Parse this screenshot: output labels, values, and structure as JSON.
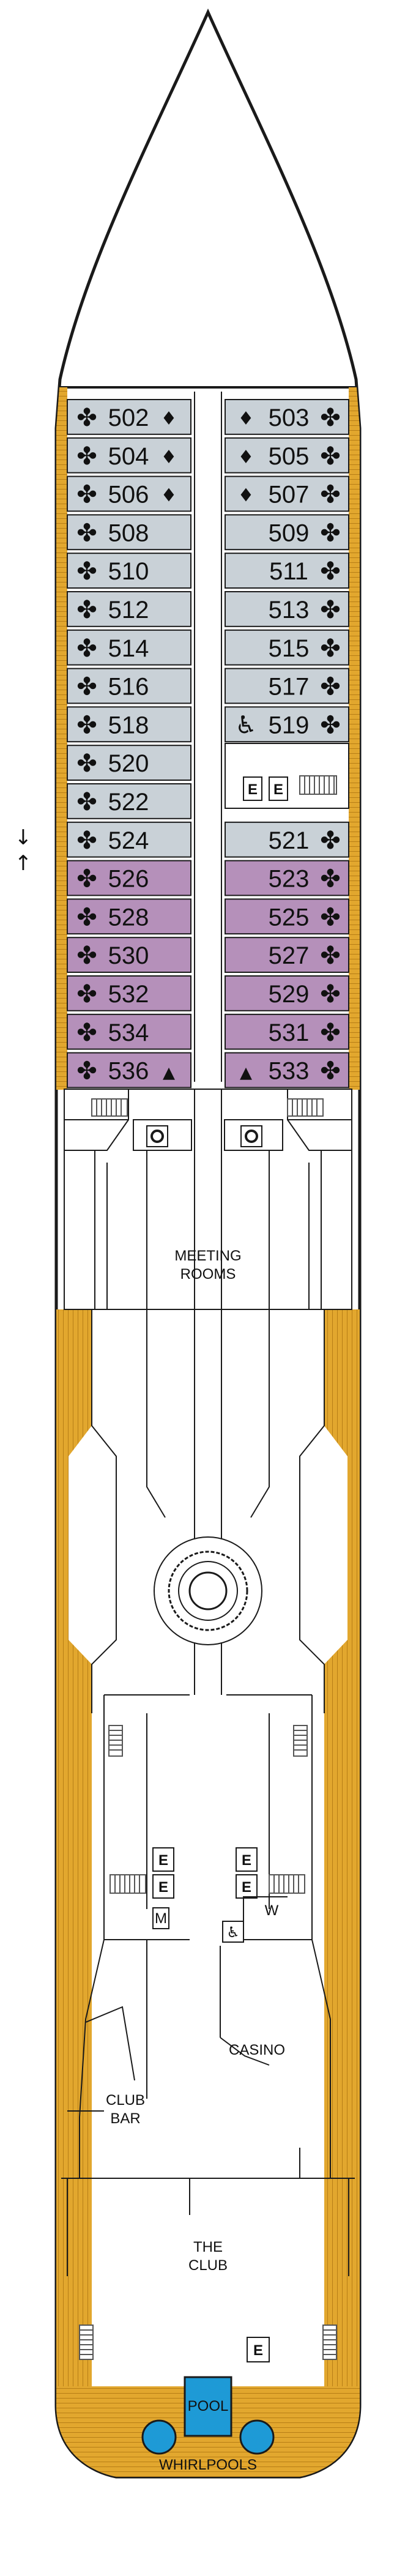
{
  "colors": {
    "hull": "#ffffff",
    "outline": "#1a1a1a",
    "deck_wood": "#e2a72e",
    "deck_wood_line": "#b77e16",
    "cabin_standard": "#c9d1d7",
    "cabin_premium": "#b590ba",
    "pool": "#1e9ad6",
    "whirlpool": "#1e9ad6",
    "corridor": "#ffffff"
  },
  "cabins_left": [
    {
      "number": "502",
      "tier": "standard",
      "mark": "diamond"
    },
    {
      "number": "504",
      "tier": "standard",
      "mark": "diamond"
    },
    {
      "number": "506",
      "tier": "standard",
      "mark": "diamond"
    },
    {
      "number": "508",
      "tier": "standard",
      "mark": ""
    },
    {
      "number": "510",
      "tier": "standard",
      "mark": ""
    },
    {
      "number": "512",
      "tier": "standard",
      "mark": ""
    },
    {
      "number": "514",
      "tier": "standard",
      "mark": ""
    },
    {
      "number": "516",
      "tier": "standard",
      "mark": ""
    },
    {
      "number": "518",
      "tier": "standard",
      "mark": ""
    },
    {
      "number": "520",
      "tier": "standard",
      "mark": ""
    },
    {
      "number": "522",
      "tier": "standard",
      "mark": ""
    },
    {
      "number": "524",
      "tier": "standard",
      "mark": ""
    },
    {
      "number": "526",
      "tier": "premium",
      "mark": ""
    },
    {
      "number": "528",
      "tier": "premium",
      "mark": ""
    },
    {
      "number": "530",
      "tier": "premium",
      "mark": ""
    },
    {
      "number": "532",
      "tier": "premium",
      "mark": ""
    },
    {
      "number": "534",
      "tier": "premium",
      "mark": ""
    },
    {
      "number": "536",
      "tier": "premium",
      "mark": "triangle"
    }
  ],
  "cabins_right": [
    {
      "number": "503",
      "tier": "standard",
      "mark": "diamond"
    },
    {
      "number": "505",
      "tier": "standard",
      "mark": "diamond"
    },
    {
      "number": "507",
      "tier": "standard",
      "mark": "diamond"
    },
    {
      "number": "509",
      "tier": "standard",
      "mark": ""
    },
    {
      "number": "511",
      "tier": "standard",
      "mark": ""
    },
    {
      "number": "513",
      "tier": "standard",
      "mark": ""
    },
    {
      "number": "515",
      "tier": "standard",
      "mark": ""
    },
    {
      "number": "517",
      "tier": "standard",
      "mark": ""
    },
    {
      "number": "519",
      "tier": "standard",
      "mark": "accessible"
    },
    {
      "number": "521",
      "tier": "standard",
      "mark": ""
    },
    {
      "number": "523",
      "tier": "premium",
      "mark": ""
    },
    {
      "number": "525",
      "tier": "premium",
      "mark": ""
    },
    {
      "number": "527",
      "tier": "premium",
      "mark": ""
    },
    {
      "number": "529",
      "tier": "premium",
      "mark": ""
    },
    {
      "number": "531",
      "tier": "premium",
      "mark": ""
    },
    {
      "number": "533",
      "tier": "premium",
      "mark": "triangle"
    }
  ],
  "symbols": {
    "club_mark": "✤",
    "diamond_mark": "♦",
    "triangle_mark": "▲",
    "accessible_mark": "♿",
    "elevator_label": "E",
    "mens_restroom": "M",
    "womens_restroom": "W",
    "arrow_down": "↓",
    "arrow_up": "↑"
  },
  "venues": {
    "meeting_rooms": [
      "MEETING",
      "ROOMS"
    ],
    "casino": "CASINO",
    "club_bar": [
      "CLUB",
      "BAR"
    ],
    "the_club": [
      "THE",
      "CLUB"
    ],
    "pool": "POOL",
    "whirlpools": "WHIRLPOOLS"
  }
}
